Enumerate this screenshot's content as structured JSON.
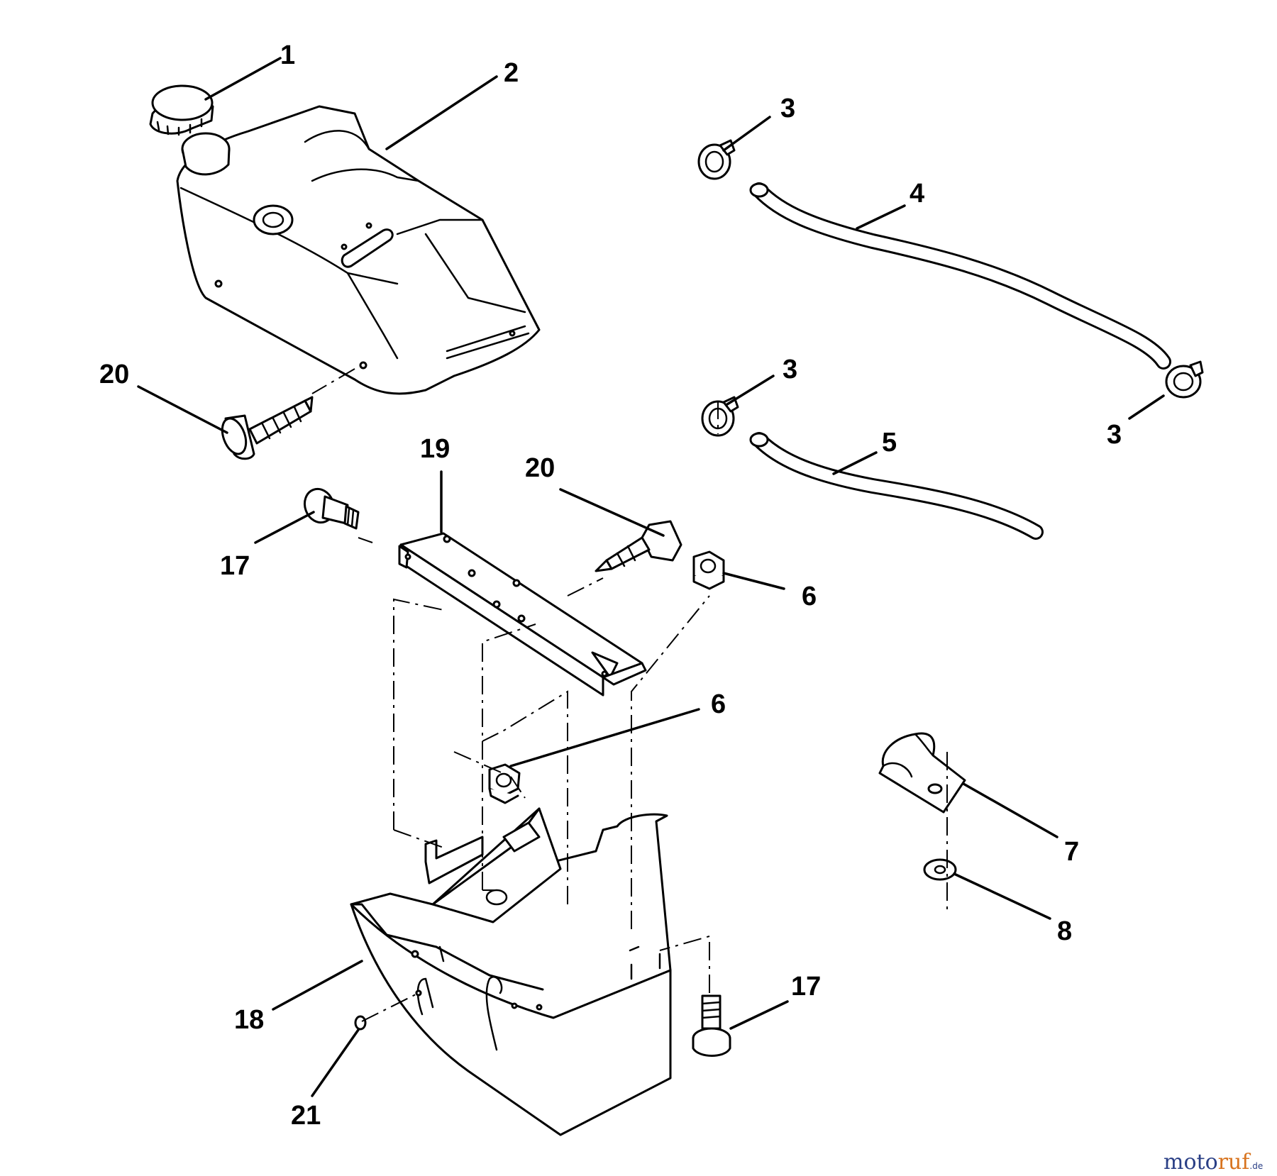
{
  "callouts": [
    {
      "id": "c1",
      "text": "1"
    },
    {
      "id": "c2",
      "text": "2"
    },
    {
      "id": "c3a",
      "text": "3"
    },
    {
      "id": "c4",
      "text": "4"
    },
    {
      "id": "c3b",
      "text": "3"
    },
    {
      "id": "c3c",
      "text": "3"
    },
    {
      "id": "c5",
      "text": "5"
    },
    {
      "id": "c20a",
      "text": "20"
    },
    {
      "id": "c19",
      "text": "19"
    },
    {
      "id": "c20b",
      "text": "20"
    },
    {
      "id": "c17a",
      "text": "17"
    },
    {
      "id": "c6a",
      "text": "6"
    },
    {
      "id": "c6b",
      "text": "6"
    },
    {
      "id": "c7",
      "text": "7"
    },
    {
      "id": "c8",
      "text": "8"
    },
    {
      "id": "c17b",
      "text": "17"
    },
    {
      "id": "c18",
      "text": "18"
    },
    {
      "id": "c21",
      "text": "21"
    }
  ],
  "watermark": {
    "part1": "moto",
    "part2": "ruf",
    "suffix": ".de"
  },
  "colors": {
    "watermark_blue": "#2a3f86",
    "watermark_orange": "#d8731e",
    "line": "#000000"
  }
}
